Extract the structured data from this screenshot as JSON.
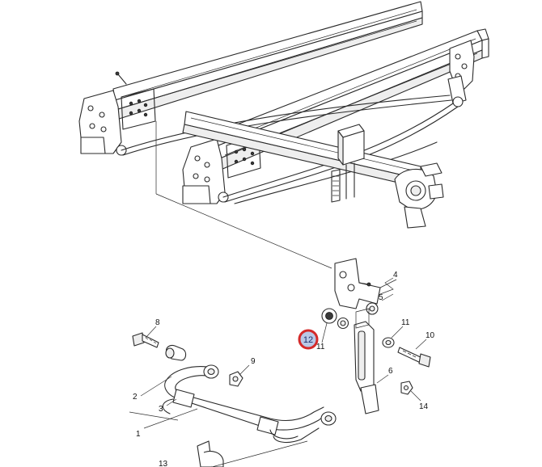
{
  "diagram": {
    "callouts": {
      "c1": "1",
      "c2": "2",
      "c3": "3",
      "c4": "4",
      "c5": "5",
      "c6": "6",
      "c8": "8",
      "c9": "9",
      "c10": "10",
      "c11a": "11",
      "c11b": "11",
      "c12": "12",
      "c13": "13",
      "c14": "14"
    },
    "colors": {
      "highlight_ring": "#d42a2a",
      "highlight_fill": "#b9c8e6",
      "line": "#2a2a2a"
    }
  }
}
